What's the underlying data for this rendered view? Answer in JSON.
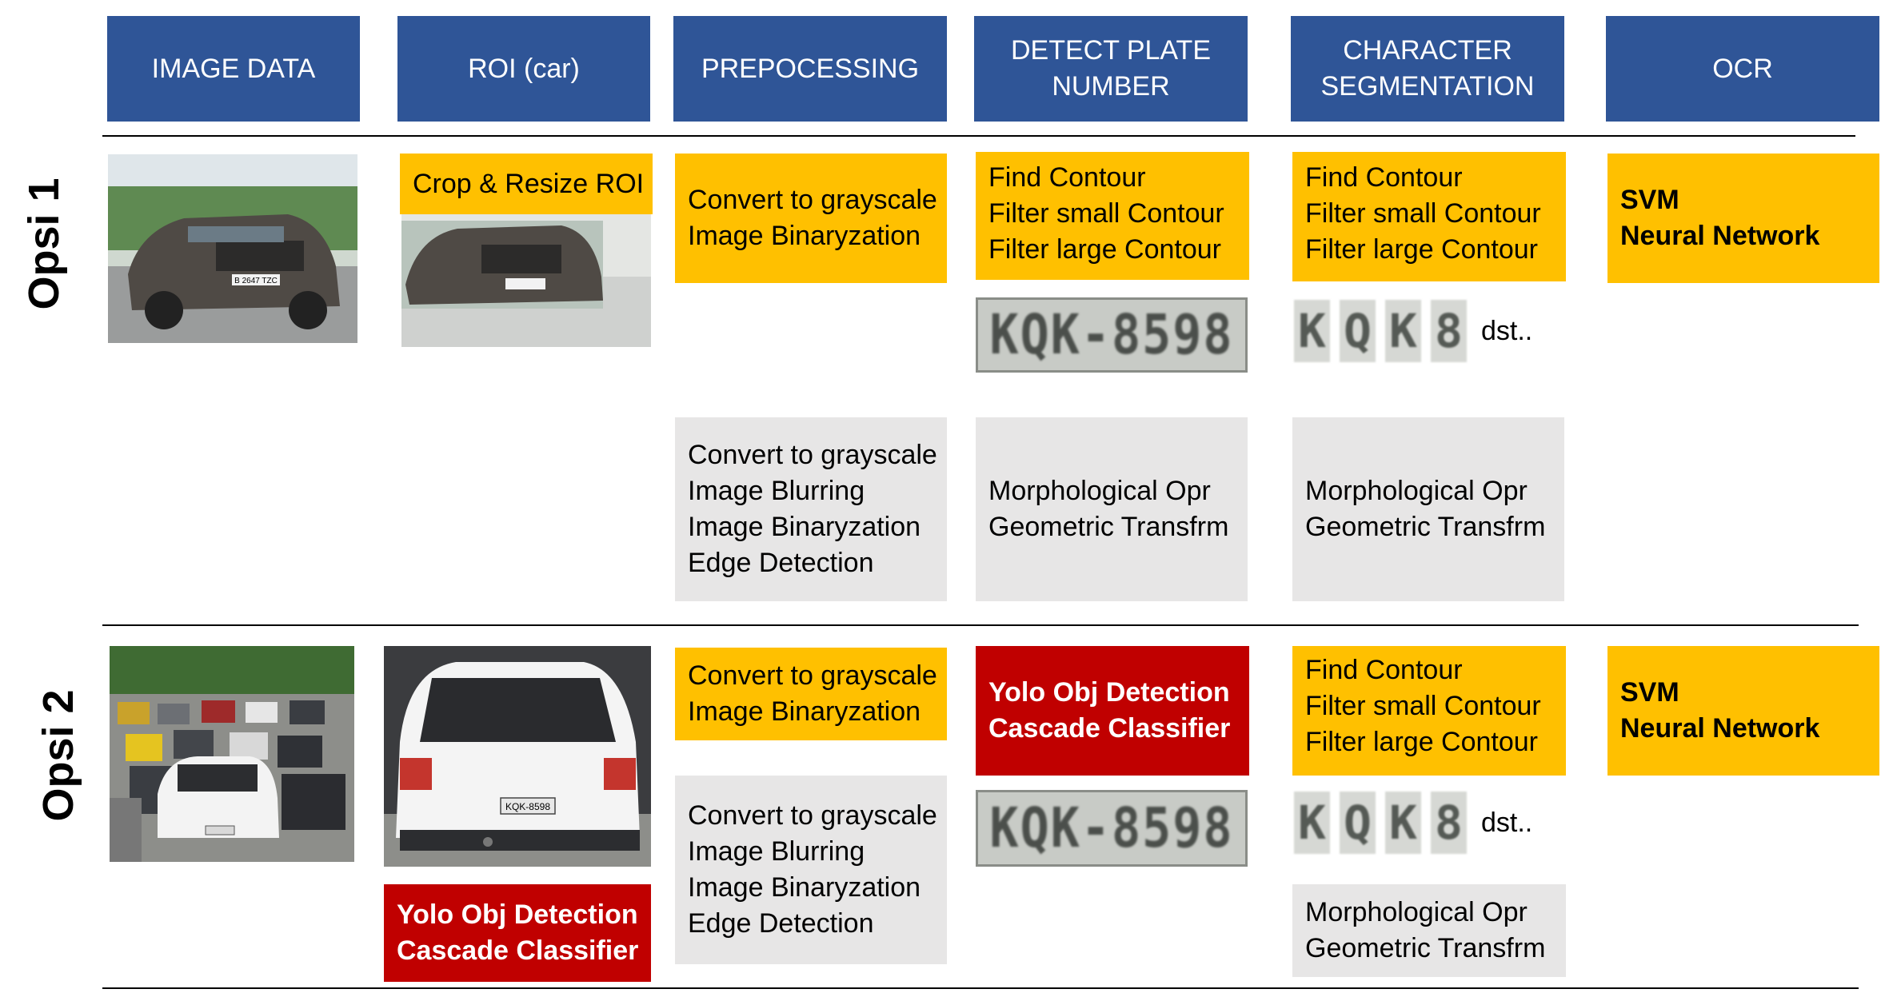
{
  "headers": [
    {
      "label": "IMAGE DATA"
    },
    {
      "label": "ROI (car)"
    },
    {
      "label": "PREPOCESSING"
    },
    {
      "label": "DETECT PLATE\nNUMBER"
    },
    {
      "label": "CHARACTER\nSEGMENTATION"
    },
    {
      "label": "OCR"
    }
  ],
  "opsi1": {
    "label": "Opsi 1",
    "roi_label": "Crop & Resize ROI",
    "car_plate_small": "B 2647 TZC",
    "pre_a": [
      "Convert to grayscale",
      "Image Binaryzation"
    ],
    "detect_a": [
      "Find Contour",
      "Filter small Contour",
      "Filter large Contour"
    ],
    "seg_a": [
      "Find Contour",
      "Filter small Contour",
      "Filter large Contour"
    ],
    "ocr": [
      "SVM",
      "Neural Network"
    ],
    "plate_text": "KQK-8598",
    "chars": [
      "K",
      "Q",
      "K",
      "8"
    ],
    "dst": "dst..",
    "pre_b": [
      "Convert to grayscale",
      "Image Blurring",
      "Image Binaryzation",
      "Edge Detection"
    ],
    "detect_b": [
      "Morphological Opr",
      "Geometric Transfrm"
    ],
    "seg_b": [
      "Morphological Opr",
      "Geometric Transfrm"
    ]
  },
  "opsi2": {
    "label": "Opsi 2",
    "roi_method": [
      "Yolo Obj Detection",
      "Cascade Classifier"
    ],
    "car_plate_small": "KQK-8598",
    "pre_a": [
      "Convert to grayscale",
      "Image Binaryzation"
    ],
    "pre_b": [
      "Convert to grayscale",
      "Image Blurring",
      "Image Binaryzation",
      "Edge Detection"
    ],
    "detect_method": [
      "Yolo Obj Detection",
      "Cascade Classifier"
    ],
    "plate_text": "KQK-8598",
    "seg_a": [
      "Find Contour",
      "Filter small Contour",
      "Filter large Contour"
    ],
    "chars": [
      "K",
      "Q",
      "K",
      "8"
    ],
    "dst": "dst..",
    "seg_b": [
      "Morphological Opr",
      "Geometric Transfrm"
    ],
    "ocr": [
      "SVM",
      "Neural Network"
    ]
  },
  "colors": {
    "header": "#2f5597",
    "yellow": "#ffc000",
    "gray": "#e7e6e6",
    "red": "#c00000"
  }
}
